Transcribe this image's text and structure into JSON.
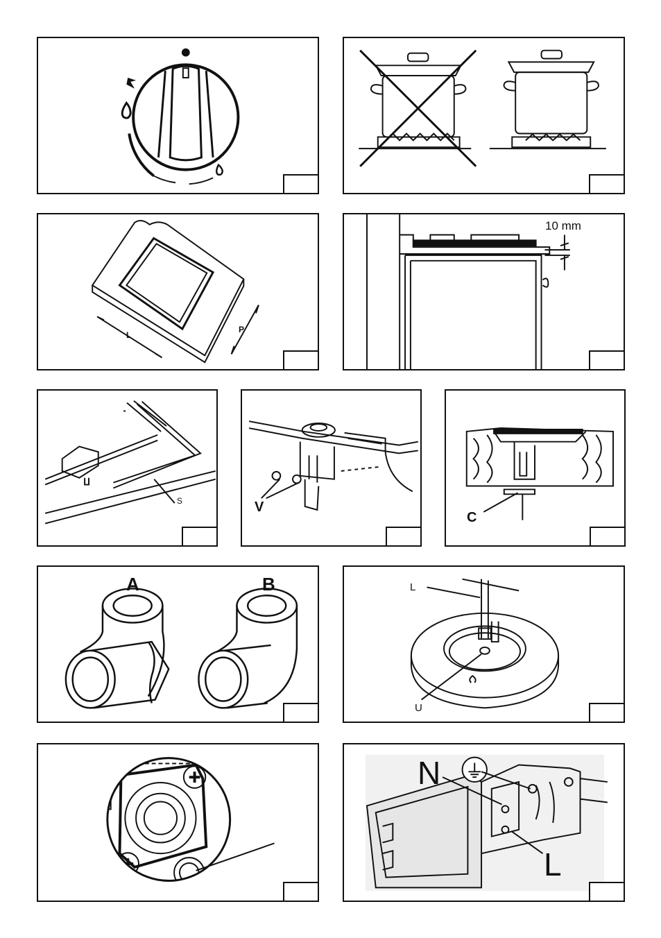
{
  "figures": {
    "clearance": {
      "dimension": "10 mm"
    },
    "cutout": {
      "length_label": "L",
      "depth_label": "P"
    },
    "seal": {
      "label": "S"
    },
    "bracket_screws": {
      "label": "V"
    },
    "clamp_screw": {
      "label": "C"
    },
    "elbows": {
      "left_label": "A",
      "right_label": "B"
    },
    "burner_adjust": {
      "tool_label": "L",
      "screw_label": "U"
    },
    "terminal_block": {
      "neutral_label": "N",
      "live_label": "L"
    }
  }
}
